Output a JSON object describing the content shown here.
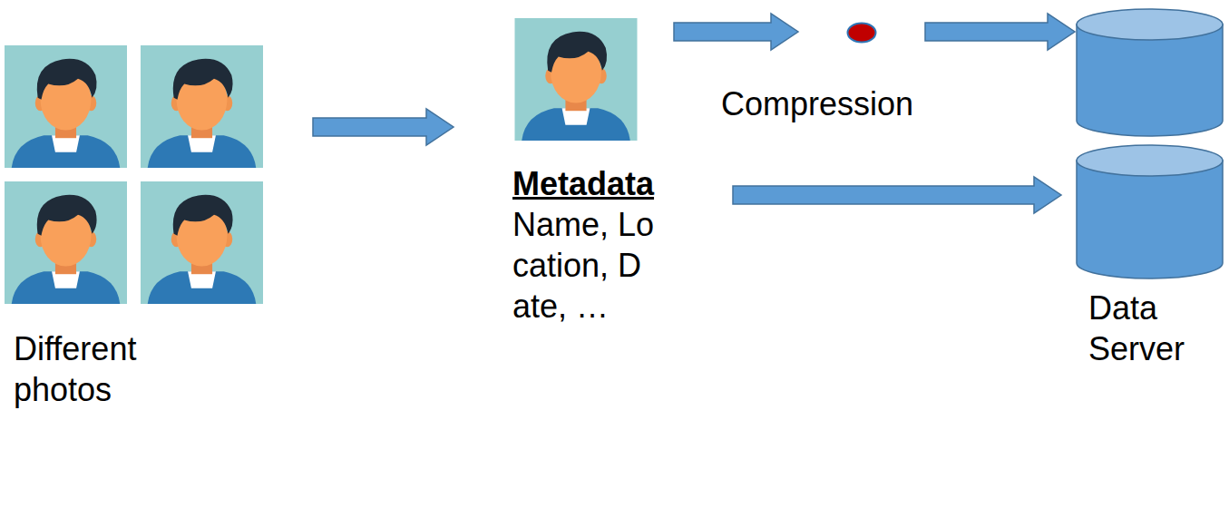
{
  "diagram": {
    "nodes": [
      {
        "text": [
          "Different photos"
        ]
      },
      {
        "text": [
          "Metadata",
          "Name, Location, Date, …"
        ]
      },
      {
        "text": [
          "Compression"
        ]
      },
      {
        "text": [
          "Data Server"
        ]
      }
    ],
    "edges": [
      {
        "from": 0,
        "to": 1,
        "arrow": "to"
      },
      {
        "from": 1,
        "to": 2,
        "arrow": "to"
      },
      {
        "from": 2,
        "to": 3,
        "arrow": "to"
      },
      {
        "from": 1,
        "to": 3,
        "arrow": "to"
      }
    ]
  }
}
